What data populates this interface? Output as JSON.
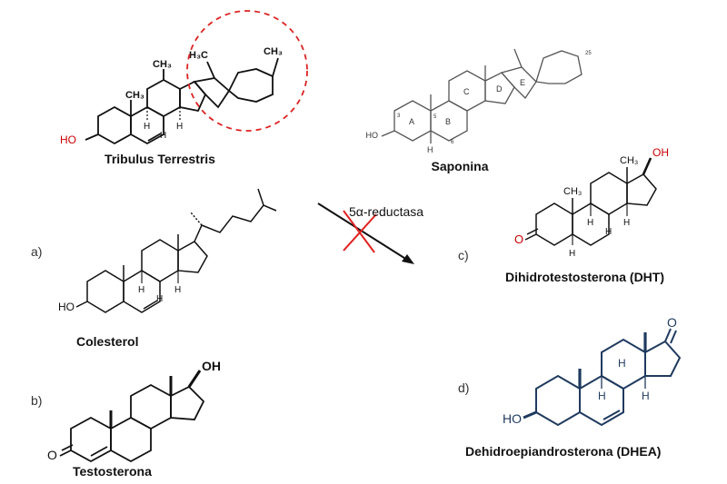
{
  "molecules": {
    "tribulus": {
      "name": "Tribulus Terrestris",
      "atoms": {
        "ho": "HO",
        "ch3a": "CH₃",
        "ch3b": "CH₃",
        "h3c": "H₃C",
        "ch3c": "CH₃",
        "h1": "H",
        "h2": "H",
        "h3": "H"
      }
    },
    "saponina": {
      "name": "Saponina",
      "atoms": {
        "ho": "HO",
        "h": "H",
        "ringA": "A",
        "ringB": "B",
        "ringC": "C",
        "ringD": "D",
        "ringE": "E",
        "n3": "3",
        "n5": "5",
        "n6": "6",
        "n25": "25"
      }
    },
    "colesterol": {
      "letter": "a)",
      "name": "Colesterol",
      "atoms": {
        "ho": "HO",
        "h1": "H",
        "h2": "H",
        "h3": "H"
      }
    },
    "testosterona": {
      "letter": "b)",
      "name": "Testosterona",
      "atoms": {
        "oh": "OH",
        "o": "O"
      }
    },
    "dht": {
      "letter": "c)",
      "name": "Dihidrotestosterona (DHT)",
      "atoms": {
        "oh": "OH",
        "ch3a": "CH₃",
        "ch3b": "CH₃",
        "o": "O",
        "h1": "H",
        "h2": "H",
        "h3": "H",
        "h4": "H"
      }
    },
    "dhea": {
      "letter": "d)",
      "name": "Dehidroepiandrosterona (DHEA)",
      "atoms": {
        "o": "O",
        "ho": "HO",
        "h1": "H",
        "h2": "H",
        "h3": "H"
      }
    }
  },
  "reaction": {
    "enzyme": "5α-reductasa",
    "blocked": true
  },
  "colors": {
    "bond": "#111111",
    "dhea_bond": "#1f3a5f",
    "oxygen": "#cc0000",
    "highlight_circle": "#dd2222",
    "block_cross": "#e02020",
    "faint": "#555555"
  }
}
